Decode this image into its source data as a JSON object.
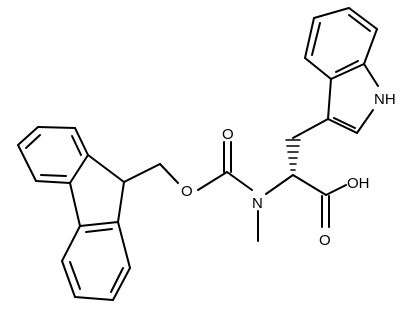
{
  "structure": {
    "atoms": {
      "oxygen_carbonyl": "O",
      "oxygen_ester": "O",
      "nitrogen_amine": "N",
      "hydroxyl": "OH",
      "oxygen_acid": "O",
      "indole_nh": "NH"
    },
    "colors": {
      "bond": "#000000",
      "background": "#ffffff"
    }
  }
}
